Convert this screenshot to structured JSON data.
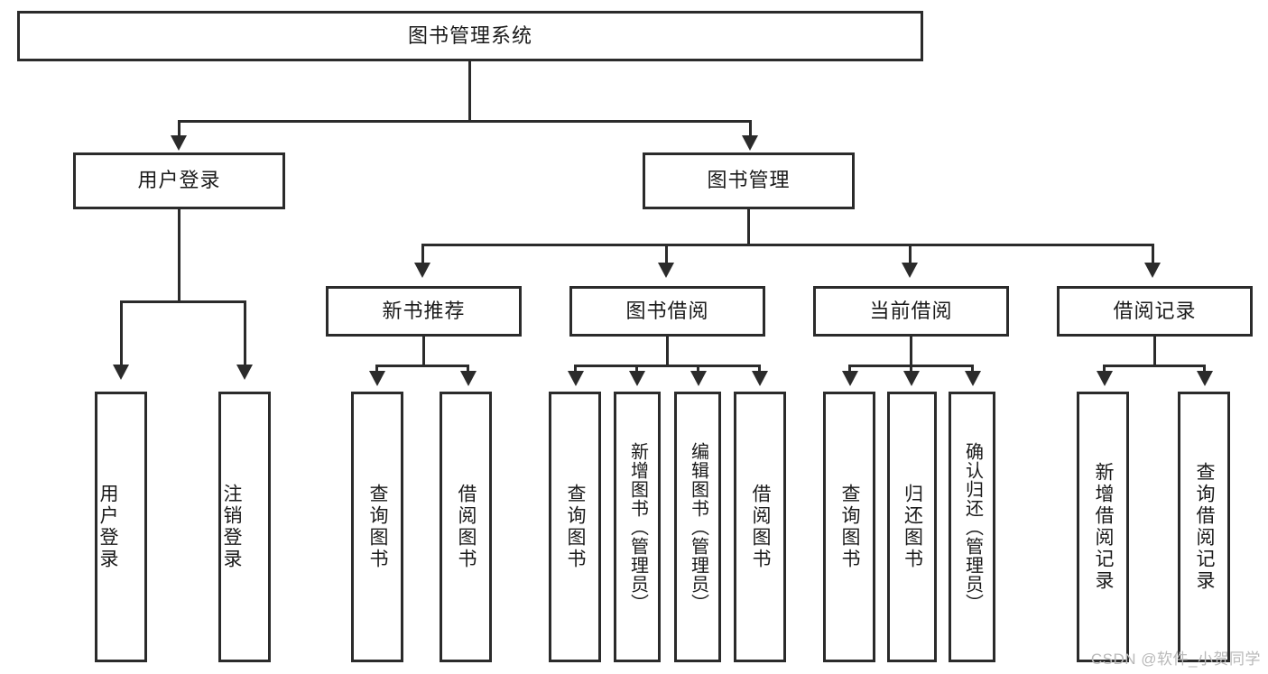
{
  "diagram": {
    "title": "图书管理系统",
    "root": {
      "label": "图书管理系统"
    },
    "level2": [
      {
        "label": "用户登录"
      },
      {
        "label": "图书管理"
      }
    ],
    "level3": [
      {
        "label": "新书推荐"
      },
      {
        "label": "图书借阅"
      },
      {
        "label": "当前借阅"
      },
      {
        "label": "借阅记录"
      }
    ],
    "leaves": {
      "user_login": [
        {
          "label": "用户登录"
        },
        {
          "label": "注销登录"
        }
      ],
      "new_book_recommend": [
        {
          "label": "查询图书"
        },
        {
          "label": "借阅图书"
        }
      ],
      "book_borrow": [
        {
          "label": "查询图书"
        },
        {
          "label": "新增图书（管理员）"
        },
        {
          "label": "编辑图书（管理员）"
        },
        {
          "label": "借阅图书"
        }
      ],
      "current_borrow": [
        {
          "label": "查询图书"
        },
        {
          "label": "归还图书"
        },
        {
          "label": "确认归还（管理员）"
        }
      ],
      "borrow_record": [
        {
          "label": "新增借阅记录"
        },
        {
          "label": "查询借阅记录"
        }
      ]
    }
  },
  "watermark": {
    "text": "CSDN @软件_小贺同学"
  },
  "colors": {
    "stroke": "#2b2b2b",
    "background": "#ffffff",
    "watermark": "#b9b9b9"
  }
}
